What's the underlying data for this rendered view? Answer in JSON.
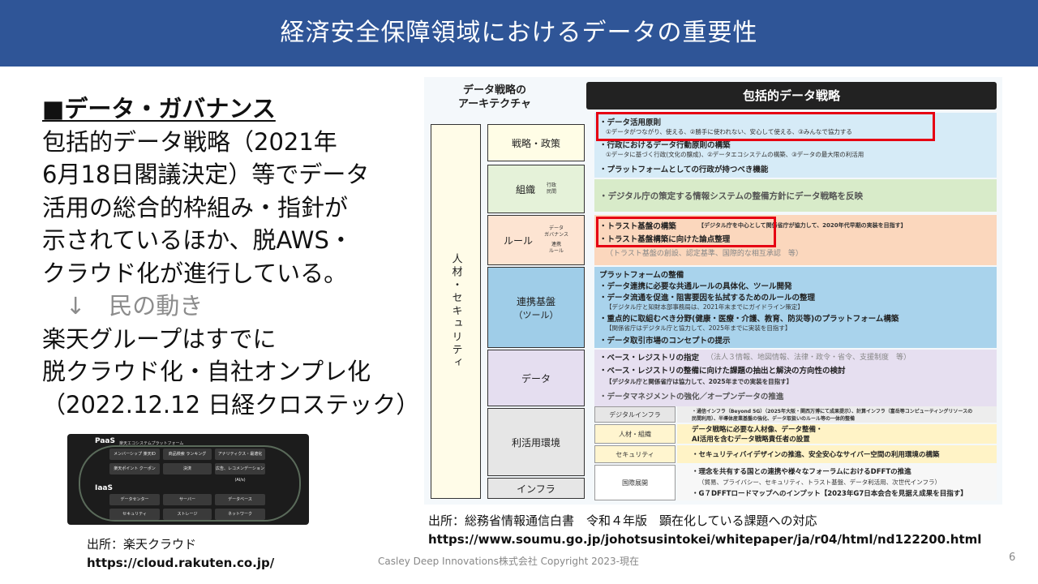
{
  "header": {
    "title": "経済安全保障領域におけるデータの重要性"
  },
  "left": {
    "heading": "■データ・ガバナンス",
    "lines": [
      "包括的データ戦略（2021年",
      "6月18日閣議決定）等でデータ",
      "活用の総合的枠組み・指針が",
      "示されているほか、脱AWS・",
      "クラウド化が進行している。"
    ],
    "arrow_line": "　↓　民の動き",
    "lines2": [
      "楽天グループはすでに",
      "脱クラウド化・自社オンプレ化",
      "（2022.12.12 日経クロステック）"
    ]
  },
  "rakuten_figure": {
    "paas": "PaaS",
    "paas_sub": "楽天エコシステムプラットフォーム",
    "paas_cells": [
      "メンバーシップ 楽天ID",
      "商品検索 ランキング",
      "アナリティクス・最適化 (ROP)",
      "楽天ポイント クーポン",
      "決済",
      "広告、レコメンデーション (AI/s)"
    ],
    "iaas": "IaaS",
    "iaas_cells": [
      "データセンター",
      "サーバー",
      "データベース",
      "セキュリティ",
      "ストレージ",
      "ネットワーク"
    ]
  },
  "source_left": {
    "label": "出所：楽天クラウド",
    "url": "https://cloud.rakuten.co.jp/"
  },
  "figure": {
    "arch_title": [
      "データ戦略の",
      "アーキテクチャ"
    ],
    "strategy_title": "包括的データ戦略",
    "jinzai": "人材・セキュリティ",
    "rows": {
      "senryaku": "戦略・政策",
      "soshiki": "組織",
      "soshiki_sub": [
        "行政",
        "民間"
      ],
      "rule": "ルール",
      "rule_sub": [
        "データ",
        "ガバナンス",
        "連携",
        "ルール"
      ],
      "renkei": "連携基盤",
      "renkei_sub": "（ツール）",
      "data": "データ",
      "riyou": "利活用環境",
      "infra": "インフラ"
    },
    "p1": [
      "・データ活用原則",
      "①データがつながり、使える、②勝手に使われない、安心して使える、③みんなで協力する",
      "・行政におけるデータ行動原則の構築",
      "①データに基づく行政(文化の醸成)、②データエコシステムの構築、③データの最大限の利活用",
      "・プラットフォームとしての行政が持つべき機能"
    ],
    "p2": "・デジタル庁の策定する情報システムの整備方針にデータ戦略を反映",
    "p3": [
      "・トラスト基盤の構築",
      "【デジタル庁を中心として関係省庁が協力して、2020年代早期の実装を目指す】",
      "・トラスト基盤構築に向けた論点整理",
      "（トラスト基盤の創設、認定基準、国際的な相互承認　等）"
    ],
    "p4": [
      "プラットフォームの整備",
      "・データ連携に必要な共通ルールの具体化、ツール開発",
      "・データ流通を促進・阻害要因を払拭するためのルールの整理",
      "【デジタル庁と知財本部事務局は、2021年末までにガイドライン策定】",
      "・重点的に取組むべき分野(健康・医療・介護、教育、防災等)のプラットフォーム構築",
      "【関係省庁はデジタル庁と協力して、2025年までに実装を目指す】",
      "・データ取引市場のコンセプトの提示"
    ],
    "p5": [
      "・ベース・レジストリの指定",
      "（法人３情報、地図情報、法律・政令・省令、支援制度　等）",
      "・ベース・レジストリの整備に向けた課題の抽出と解決の方向性の検討",
      "【デジタル庁と関係省庁は協力して、2025年までの実装を目指す】",
      "・データマネジメントの強化／オープンデータの推進"
    ],
    "cats": [
      "デジタルインフラ",
      "人材・組織",
      "セキュリティ",
      "国際展開"
    ],
    "c1": [
      "・通信インフラ（Beyond 5G）（2025年大阪・関西万博にて成果提示）、計算インフラ（富岳等コンピューティングリソースの",
      "民間利用）、半導体産業基盤の強化、データ取扱いのルール等の一体的整備"
    ],
    "c2": [
      "データ戦略に必要な人材像、データ整備・",
      "AI活用を含むデータ戦略責任者の設置"
    ],
    "c3": "・セキュリティバイデザインの推進、安全安心なサイバー空間の利用環境の構築",
    "c4": [
      "・理念を共有する国との連携や様々なフォーラムにおけるDFFTの推進",
      "（貿易、プライバシー、セキュリティ、トラスト基盤、データ利活用、次世代インフラ）",
      "・G７DFFTロードマップへのインプット【2023年G7日本会合を見据え成果を目指す】"
    ]
  },
  "source_right": {
    "label": "出所：総務省情報通信白書　令和４年版　顕在化している課題への対応",
    "url": "https://www.soumu.go.jp/johotsusintokei/whitepaper/ja/r04/html/nd122200.html"
  },
  "footer": {
    "copyright": "Casley Deep Innovations株式会社  Copyright 2023-現在",
    "page": "6"
  }
}
